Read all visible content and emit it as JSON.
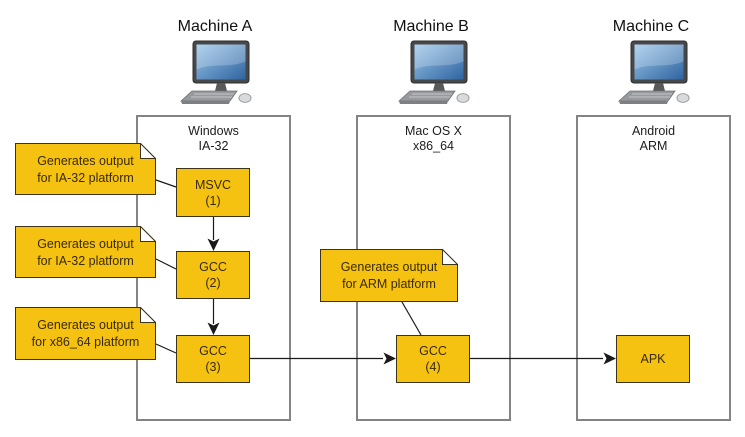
{
  "machines": [
    {
      "title": "Machine A",
      "os_line1": "Windows",
      "os_line2": "IA-32"
    },
    {
      "title": "Machine B",
      "os_line1": "Mac OS X",
      "os_line2": "x86_64"
    },
    {
      "title": "Machine C",
      "os_line1": "Android",
      "os_line2": "ARM"
    }
  ],
  "nodes": [
    {
      "label": "MSVC",
      "sub": "(1)"
    },
    {
      "label": "GCC",
      "sub": "(2)"
    },
    {
      "label": "GCC",
      "sub": "(3)"
    },
    {
      "label": "GCC",
      "sub": "(4)"
    },
    {
      "label": "APK"
    }
  ],
  "notes": [
    {
      "line1": "Generates output",
      "line2": "for IA-32 platform"
    },
    {
      "line1": "Generates output",
      "line2": "for IA-32 platform"
    },
    {
      "line1": "Generates output",
      "line2": "for x86_64 platform"
    },
    {
      "line1": "Generates output",
      "line2": "for ARM platform"
    }
  ],
  "colors": {
    "node_fill": "#f5c211",
    "node_border": "#3d3317",
    "container_border": "#848484",
    "screen_blue": "#3b6fa8"
  }
}
